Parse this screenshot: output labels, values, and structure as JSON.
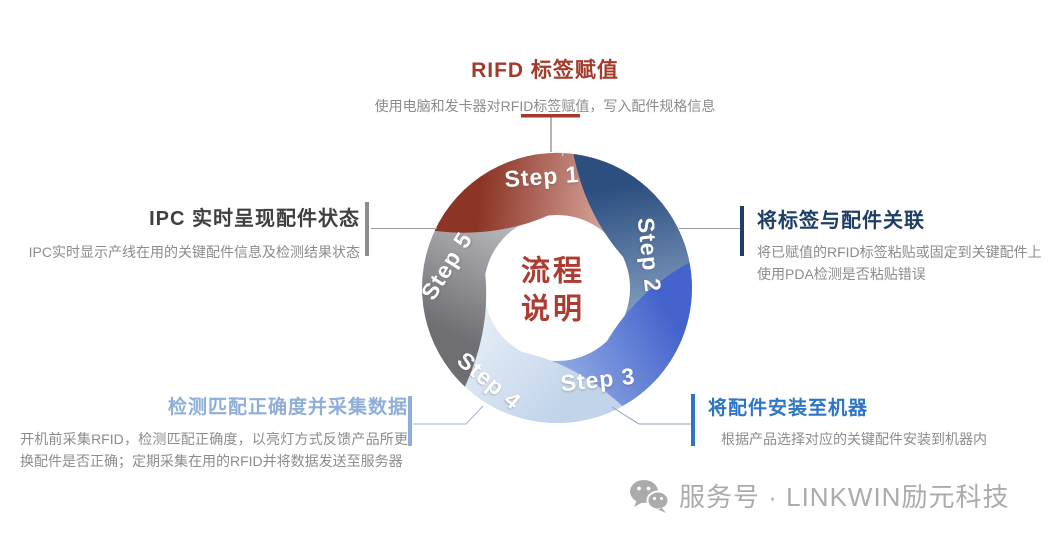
{
  "center": {
    "label": "流程\n说明",
    "color": "#AE3B31"
  },
  "steps": [
    {
      "label": "Step 1",
      "color_from": "#8C3526",
      "color_to": "#F2CFC7"
    },
    {
      "label": "Step 2",
      "color_from": "#2D4F80",
      "color_to": "#9FB8D6"
    },
    {
      "label": "Step 3",
      "color_from": "#4463CC",
      "color_to": "#AFC6EC"
    },
    {
      "label": "Step 4",
      "color_from": "#C2D4EA",
      "color_to": "#F4F8FC"
    },
    {
      "label": "Step 5",
      "color_from": "#6F6F73",
      "color_to": "#D6D6D9"
    }
  ],
  "annotations": {
    "top": {
      "title": "RIFD 标签赋值",
      "desc": "使用电脑和发卡器对RFID标签赋值，写入配件规格信息",
      "accent": "#A23B2C"
    },
    "right_top": {
      "title": "将标签与配件关联",
      "desc": "将已赋值的RFID标签粘贴或固定到关键配件上\n使用PDA检测是否粘贴错误",
      "accent": "#1E3E66"
    },
    "right_bottom": {
      "title": "将配件安装至机器",
      "desc": "根据产品选择对应的关键配件安装到机器内",
      "accent": "#2E75C6"
    },
    "left_bottom": {
      "title": "检测匹配正确度并采集数据",
      "desc": "开机前采集RFID，检测匹配正确度，以亮灯方式反馈产品所更换配件是否正确；定期采集在用的RFID并将数据发送至服务器",
      "accent": "#8FAFD9"
    },
    "left_top": {
      "title": "IPC 实时呈现配件状态",
      "desc": "IPC实时显示产线在用的关键配件信息及检测结果状态",
      "accent": "#8C8C8C",
      "title_color": "#3F3F3F"
    }
  },
  "footer": {
    "text": "服务号 · LINKWIN励元科技",
    "icon": "wechat-icon",
    "color": "#ABABAB"
  }
}
